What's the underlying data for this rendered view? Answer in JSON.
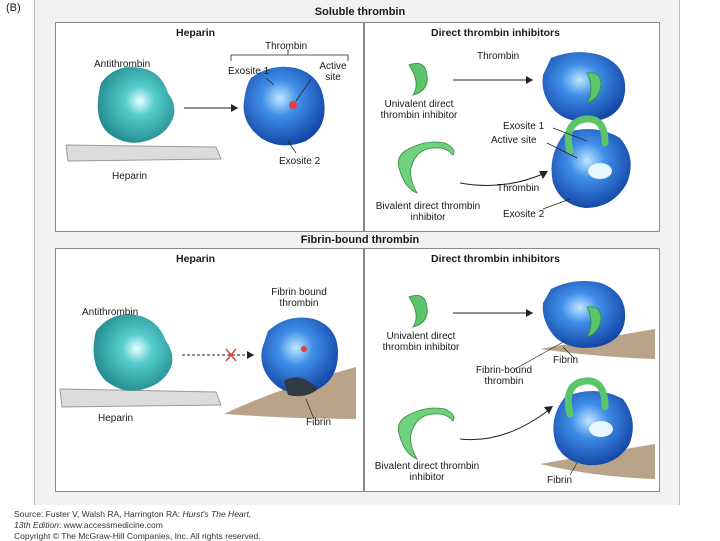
{
  "figure_tag": "(B)",
  "soluble": {
    "title": "Soluble thrombin",
    "heparin_panel": {
      "title": "Heparin",
      "antithrombin": "Antithrombin",
      "heparin": "Heparin",
      "thrombin": "Thrombin",
      "exosite1": "Exosite 1",
      "active_site": "Active site",
      "exosite2": "Exosite 2"
    },
    "dti_panel": {
      "title": "Direct thrombin inhibitors",
      "thrombin_top": "Thrombin",
      "univalent": "Univalent direct thrombin inhibitor",
      "exosite1": "Exosite 1",
      "active_site": "Active site",
      "thrombin_bottom": "Thrombin",
      "bivalent": "Bivalent direct thrombin inhibitor",
      "exosite2": "Exosite 2"
    }
  },
  "fibrin_bound": {
    "title": "Fibrin-bound thrombin",
    "heparin_panel": {
      "title": "Heparin",
      "antithrombin": "Antithrombin",
      "fibrin_bound_thrombin": "Fibrin bound thrombin",
      "heparin": "Heparin",
      "fibrin": "Fibrin"
    },
    "dti_panel": {
      "title": "Direct thrombin inhibitors",
      "univalent": "Univalent direct thrombin inhibitor",
      "fibrin_top": "Fibrin",
      "fibrin_bound_thrombin": "Fibrin-bound thrombin",
      "bivalent": "Bivalent direct thrombin inhibitor",
      "fibrin_bottom": "Fibrin"
    }
  },
  "source": {
    "line1_prefix": "Source: Fuster V, Walsh RA, Harrington RA: ",
    "line1_title": "Hurst's The Heart,",
    "line2_edition": "13th Edition",
    "line2_rest": ": www.accessmedicine.com",
    "line3": "Copyright © The McGraw-Hill Companies, Inc. All rights reserved."
  },
  "colors": {
    "thrombin_blue": "#1f6fd6",
    "antithrombin_teal": "#2fb5b5",
    "inhibitor_green": "#5cc46a",
    "heparin_gray": "#d8d8d8",
    "fibrin_tan": "#b9a489",
    "active_site_red": "#e04040"
  }
}
